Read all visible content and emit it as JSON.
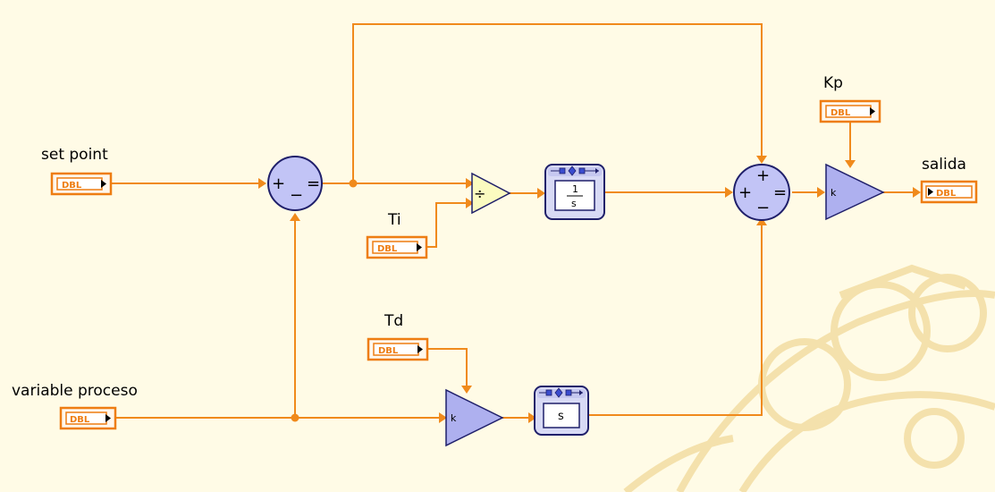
{
  "labels": {
    "set_point": "set point",
    "variable_proceso": "variable proceso",
    "ti": "Ti",
    "td": "Td",
    "kp": "Kp",
    "salida": "salida"
  },
  "terminals": {
    "type_label": "DBL"
  },
  "blocks": {
    "gain_symbol": "k",
    "plus": "+",
    "minus": "−",
    "equals": "=",
    "divide": "÷",
    "integral_num": "1",
    "integral_den": "s",
    "derivative": "s"
  },
  "colors": {
    "wire": "#f08a1c",
    "canvas": "#fffbe6",
    "node_fill": "#c2c4f6",
    "divide_fill": "#fbfbc0",
    "terminal_border": "#ee7d12",
    "watermark": "#f3dda2"
  }
}
